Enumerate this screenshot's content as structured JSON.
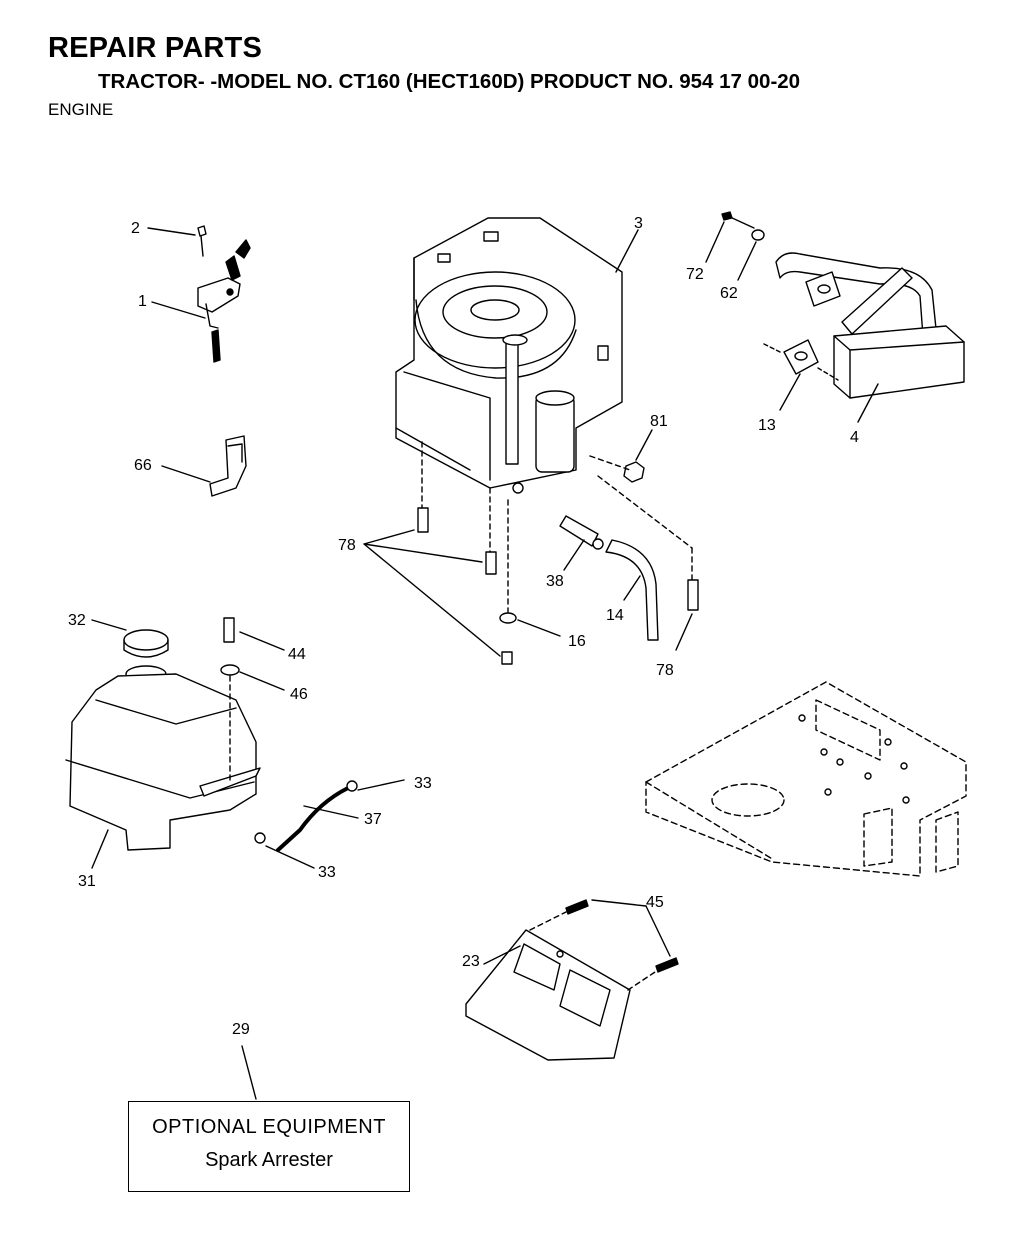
{
  "header": {
    "title": "REPAIR PARTS",
    "subtitle": "TRACTOR- -MODEL NO. CT160 (HECT160D) PRODUCT NO. 954 17 00-20",
    "section": "ENGINE"
  },
  "callouts": {
    "c1": "1",
    "c2": "2",
    "c3": "3",
    "c4": "4",
    "c13": "13",
    "c14": "14",
    "c16": "16",
    "c23": "23",
    "c29": "29",
    "c31": "31",
    "c32": "32",
    "c33a": "33",
    "c33b": "33",
    "c37": "37",
    "c38": "38",
    "c44": "44",
    "c45": "45",
    "c46": "46",
    "c62": "62",
    "c66": "66",
    "c72": "72",
    "c78a": "78",
    "c78b": "78",
    "c81": "81"
  },
  "optional_box": {
    "heading": "OPTIONAL EQUIPMENT",
    "item": "Spark Arrester"
  }
}
